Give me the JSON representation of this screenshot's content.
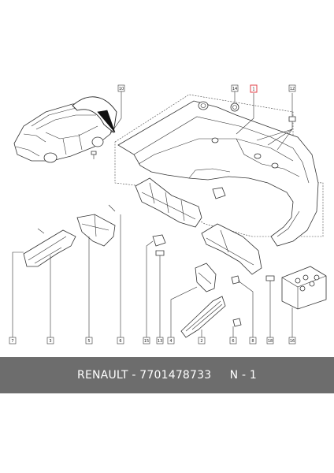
{
  "caption": {
    "brand": "RENAULT",
    "separator": " - ",
    "part_number": "7701478733",
    "note": "N - 1"
  },
  "callouts": {
    "c1": "7",
    "c2": "3",
    "c3": "5",
    "c4": "6",
    "c5": "15",
    "c6": "13",
    "c7": "4",
    "c8": "2",
    "c9": "6",
    "c10": "8",
    "c11": "18",
    "c12": "16",
    "c13": "10",
    "c14": "14",
    "c15": "1",
    "c16": "12"
  },
  "colors": {
    "highlight": "#e0404a",
    "caption_bar": "#6d6d6d"
  }
}
